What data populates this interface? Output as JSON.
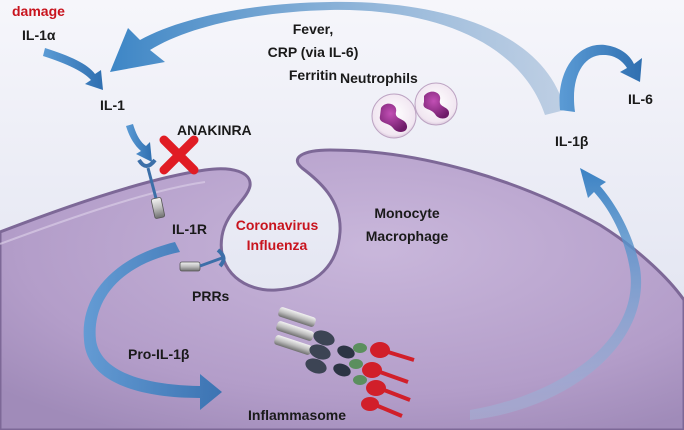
{
  "labels": {
    "damage": "damage",
    "il1_alpha": "IL-1α",
    "il1": "IL-1",
    "fever": "Fever,",
    "crp": "CRP (via IL-6)",
    "ferritin": "Ferritin",
    "neutrophils": "Neutrophils",
    "il6": "IL-6",
    "il1_beta": "IL-1β",
    "anakinra": "ANAKINRA",
    "il1r": "IL-1R",
    "pathogen_line1": "Coronavirus",
    "pathogen_line2": "Influenza",
    "monocyte": "Monocyte",
    "macrophage": "Macrophage",
    "prrs": "PRRs",
    "pro_il1_beta": "Pro-IL-1β",
    "inflammasome": "Inflammasome"
  },
  "colors": {
    "cell_fill": "#bba6cf",
    "cell_edge": "#7d6897",
    "background_top": "#f1f2fa",
    "background_bottom": "#dfe2ef",
    "arrow_blue": "#3d87c8",
    "block_red": "#e01c24",
    "label_red": "#c8141e",
    "neutrophil_nucleus": "#8e2a86"
  },
  "icons": {
    "block": "red-x-block-icon",
    "receptor": "receptor-icon",
    "neutrophil": "neutrophil-cell-icon"
  }
}
